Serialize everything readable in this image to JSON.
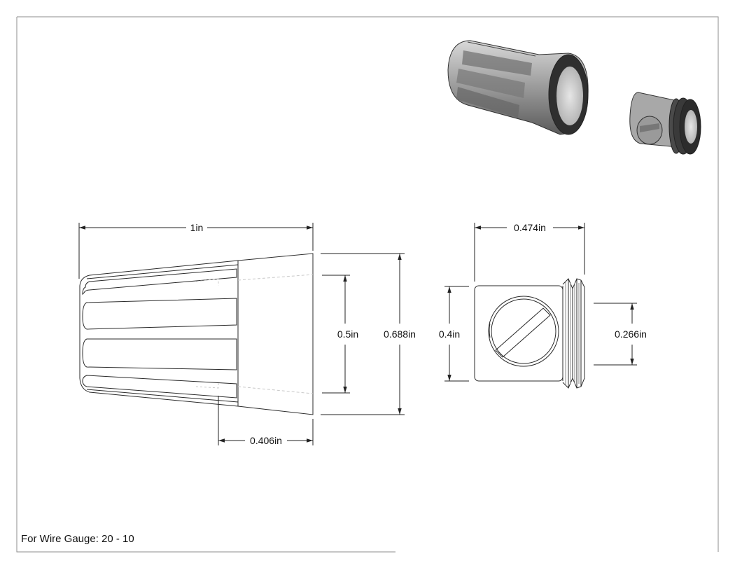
{
  "note": {
    "wire_gauge": "For Wire Gauge: 20 - 10"
  },
  "dimensions": {
    "cap_length": "1in",
    "cap_inner_diameter": "0.5in",
    "cap_outer_diameter": "0.688in",
    "cap_rib_length": "0.406in",
    "insert_length": "0.474in",
    "insert_body_diameter": "0.4in",
    "insert_bore_diameter": "0.266in"
  },
  "colors": {
    "line": "#2a2a2a",
    "light_line": "#bdbdbd",
    "render_dark": "#3a3a3a",
    "render_mid": "#8a8a8a",
    "render_light": "#cfcfcf"
  }
}
